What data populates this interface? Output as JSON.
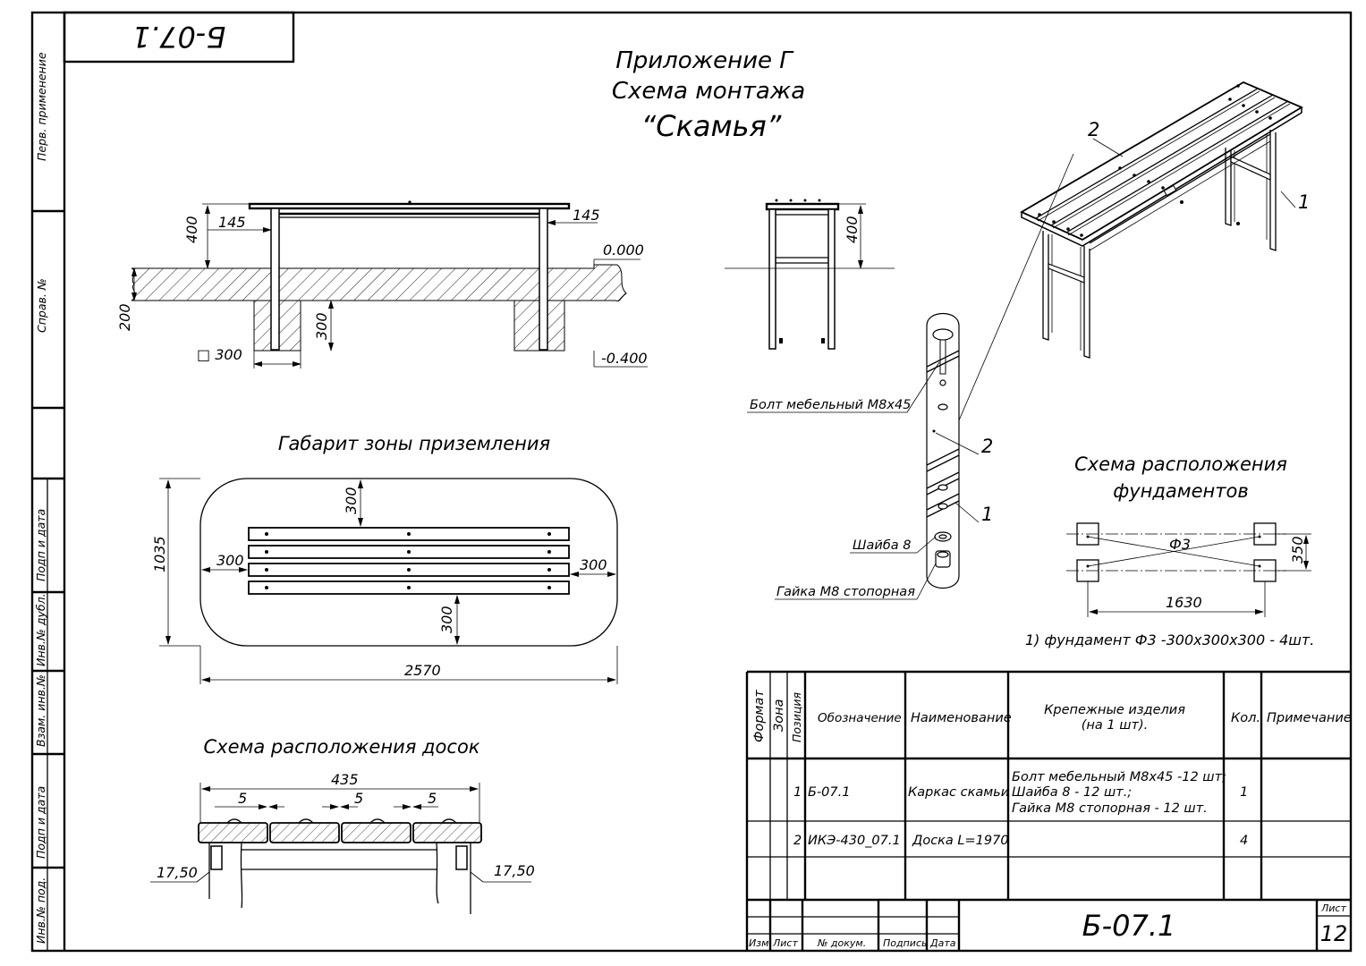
{
  "stamp_top": "Б-07.1",
  "title": {
    "line1": "Приложение Г",
    "line2": "Схема монтажа",
    "line3": "“Скамья”"
  },
  "side_strip": {
    "perv_primenenie": "Перв. применение",
    "sprav_no": "Справ. №",
    "podp_data_1": "Подп и дата",
    "inv_dubl": "Инв.№ дубл.",
    "vzam_inv": "Взам. инв.№",
    "podp_data_2": "Подп и дата",
    "inv_pod": "Инв.№ под."
  },
  "elevation": {
    "dim_400": "400",
    "dim_145_left": "145",
    "dim_145_right": "145",
    "level_0": "0.000",
    "dim_200": "200",
    "dim_300": "300",
    "square_300": "□ 300",
    "level_minus": "-0.400"
  },
  "side_view": {
    "dim_400": "400"
  },
  "callouts": {
    "bolt": "Болт мебельный М8х45",
    "washer": "Шайба 8",
    "nut": "Гайка М8 стопорная",
    "pos1": "1",
    "pos2": "2"
  },
  "zone": {
    "title": "Габарит зоны приземления",
    "top": "300",
    "left": "300",
    "right": "300",
    "bottom": "300",
    "height": "1035",
    "width": "2570"
  },
  "boards": {
    "title": "Схема расположения досок",
    "total": "435",
    "gap1": "5",
    "gap2": "5",
    "gap3": "5",
    "left_overhang": "17,50",
    "right_overhang": "17,50"
  },
  "foundations": {
    "title1": "Схема расположения",
    "title2": "фундаментов",
    "label": "Ф3",
    "dim_350": "350",
    "dim_1630": "1630",
    "note": "1) фундамент Ф3 -300х300х300 - 4шт."
  },
  "table": {
    "headers": {
      "format": "Формат",
      "zona": "Зона",
      "pozicia": "Позиция",
      "oboznachenie": "Обозначение",
      "naimenovanie": "Наименование",
      "krepezh_1": "Крепежные изделия",
      "krepezh_2": "(на 1 шт).",
      "kol": "Кол.",
      "primechanie": "Примечание"
    },
    "rows": [
      {
        "pos": "1",
        "oboz": "Б-07.1",
        "name": "Каркас скамьи",
        "krep1": "Болт мебельный М8х45 -12 шт;",
        "krep2": "Шайба 8 - 12 шт.;",
        "krep3": "Гайка М8 стопорная - 12 шт.",
        "kol": "1"
      },
      {
        "pos": "2",
        "oboz": "ИКЭ-430_07.1",
        "name": "Доска L=1970",
        "krep1": "",
        "krep2": "",
        "krep3": "",
        "kol": "4"
      }
    ]
  },
  "title_block": {
    "izm": "Изм.",
    "list": "Лист",
    "no_dokum": "№ докум.",
    "podpis": "Подпись",
    "data": "Дата",
    "designation": "Б-07.1",
    "sheet_label": "Лист",
    "sheet_no": "12"
  }
}
